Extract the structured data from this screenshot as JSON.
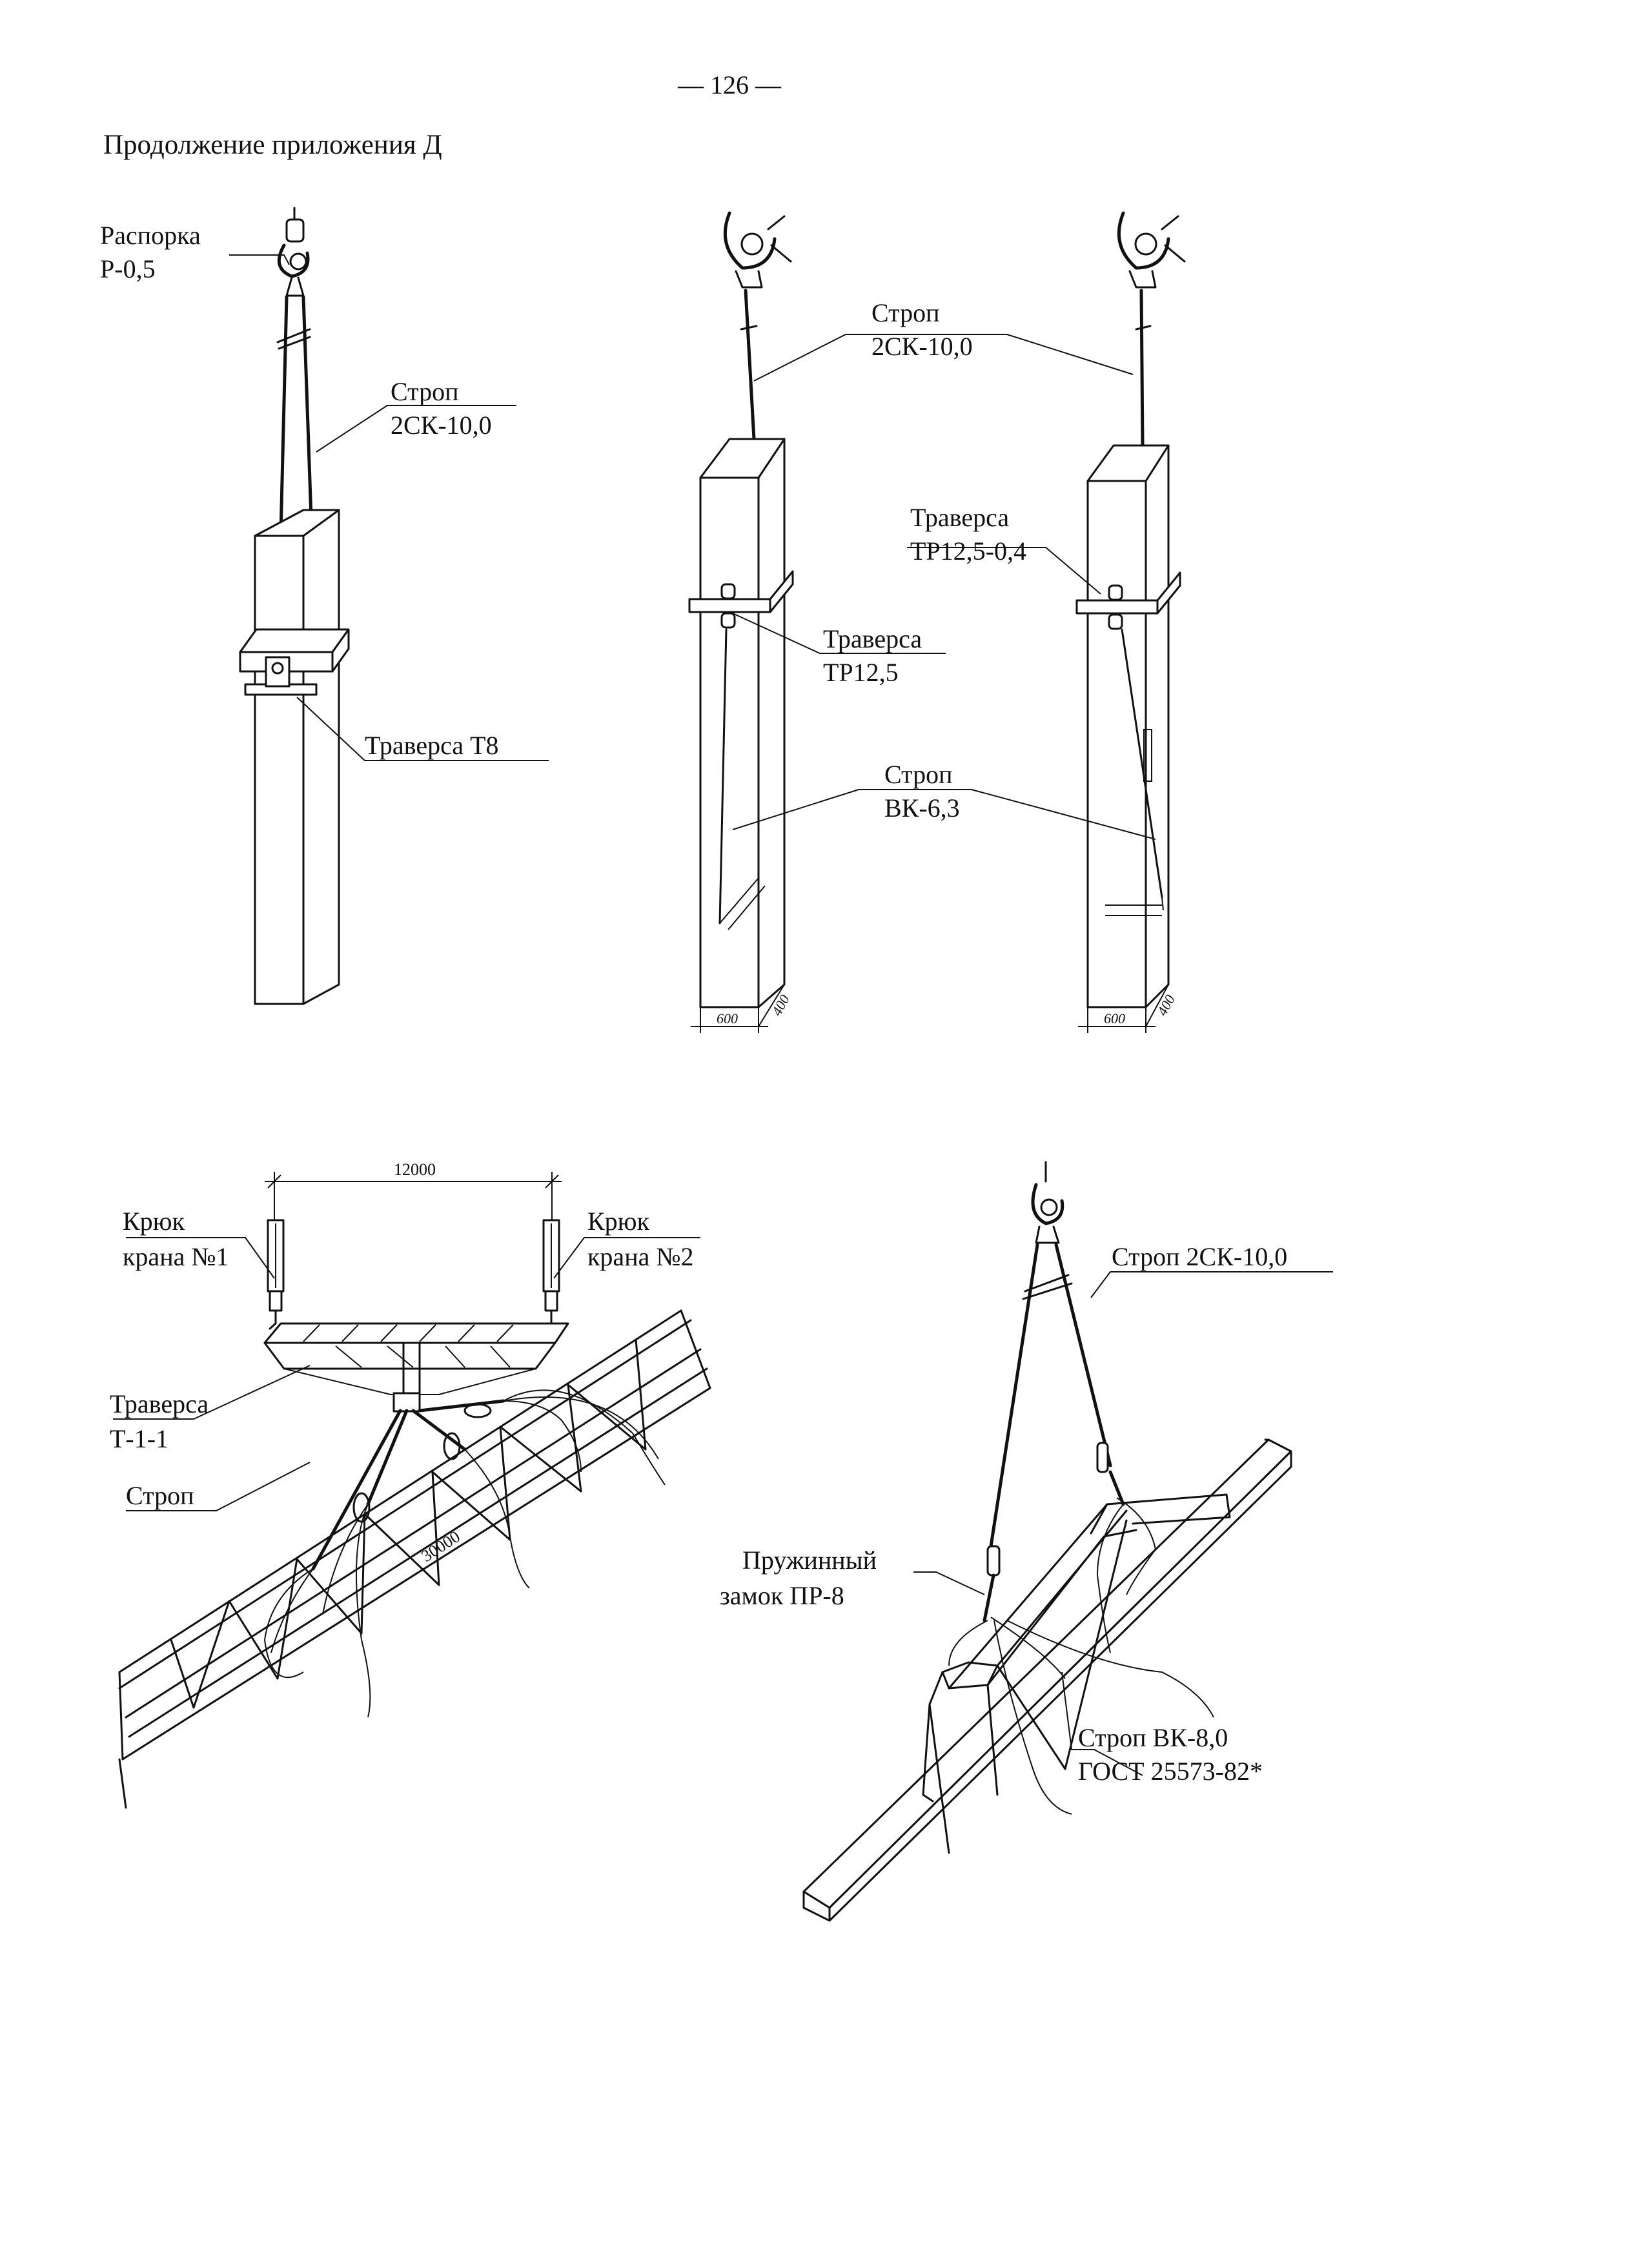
{
  "page": {
    "number": "— 126 —",
    "header": "Продолжение приложения Д"
  },
  "fig1": {
    "spreader_label": "Распорка",
    "spreader_code": "Р-0,5",
    "sling_label": "Строп",
    "sling_code": "2СК-10,0",
    "traverse_label": "Траверса Т8"
  },
  "fig2": {
    "sling_top_label": "Строп",
    "sling_top_code": "2СК-10,0",
    "traverse_right_label": "Траверса",
    "traverse_right_code": "ТР12,5-0,4",
    "traverse_left_label": "Траверса",
    "traverse_left_code": "ТР12,5",
    "sling_bottom_label": "Строп",
    "sling_bottom_code": "ВК-6,3",
    "dim_width_left": "600",
    "dim_depth_left": "400",
    "dim_width_right": "600",
    "dim_depth_right": "400"
  },
  "fig3": {
    "span_dim": "12000",
    "hook1_line1": "Крюк",
    "hook1_line2": "крана №1",
    "hook2_line1": "Крюк",
    "hook2_line2": "крана №2",
    "traverse_label": "Траверса",
    "traverse_code": "Т-1-1",
    "sling_label": "Строп",
    "length_dim": "30000"
  },
  "fig4": {
    "sling_top": "Строп 2СК-10,0",
    "lock_line1": "Пружинный",
    "lock_line2": "замок ПР-8",
    "sling_bottom": "Строп ВК-8,0",
    "gost": "ГОСТ 25573-82*"
  }
}
